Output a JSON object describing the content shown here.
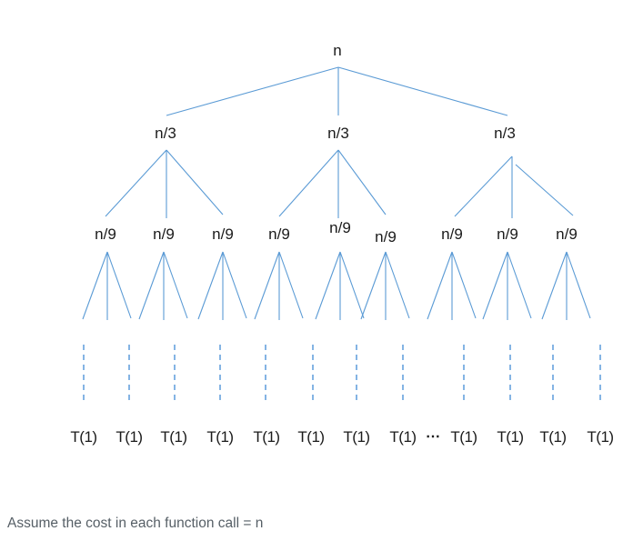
{
  "colors": {
    "background": "#ffffff",
    "edge": "#5b9bd5",
    "dashed_edge": "#4f94d8",
    "node_text": "#1b1b1b",
    "caption_text": "#565f66"
  },
  "tree": {
    "root_label": "n",
    "level1_labels": [
      "n/3",
      "n/3",
      "n/3"
    ],
    "level2_labels": [
      "n/9",
      "n/9",
      "n/9",
      "n/9",
      "n/9",
      "n/9",
      "n/9",
      "n/9",
      "n/9"
    ],
    "leaf_labels": [
      "T(1)",
      "T(1)",
      "T(1)",
      "T(1)",
      "T(1)",
      "T(1)",
      "T(1)",
      "T(1)",
      "T(1)",
      "T(1)",
      "T(1)",
      "T(1)"
    ],
    "ellipsis": "⋯"
  },
  "caption": {
    "text": "Assume the cost in each function call = n"
  }
}
